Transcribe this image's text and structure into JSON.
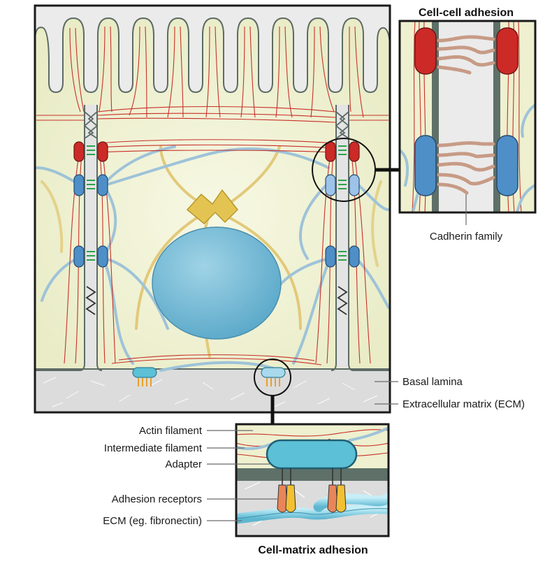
{
  "titles": {
    "cell_cell": "Cell-cell adhesion",
    "cell_matrix": "Cell-matrix adhesion"
  },
  "labels": {
    "cadherin": "Cadherin family",
    "basal_lamina": "Basal lamina",
    "ecm": "Extracellular matrix (ECM)",
    "actin": "Actin filament",
    "intermediate": "Intermediate filament",
    "adapter": "Adapter",
    "receptors": "Adhesion receptors",
    "ecm_fibronectin": "ECM (eg. fibronectin)"
  },
  "colors": {
    "cytoplasm": "#eef0cf",
    "membrane": "#5e6b66",
    "actin": "#c8302a",
    "intermediate_filament": "#9ec3d8",
    "microtubule": "#e2c97a",
    "nucleus": "#6fb6d4",
    "junction_red": "#cc2a27",
    "junction_blue": "#4f8fc8",
    "adapter": "#5cc0d6",
    "receptor_orange": "#e8855a",
    "receptor_yellow": "#f2c032",
    "ecm_bg": "#d9d9d9"
  }
}
